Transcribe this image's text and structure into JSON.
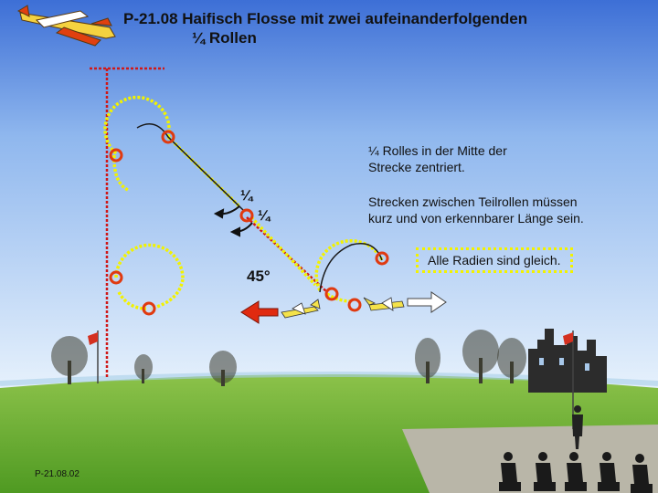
{
  "title": {
    "line1": "P-21.08 Haifisch Flosse mit zwei aufeinanderfolgenden",
    "line2": "¼ Rollen"
  },
  "notes": {
    "centered": [
      "¼ Rolles in der Mitte der",
      "Strecke zentriert."
    ],
    "segments": [
      "Strecken zwischen Teilrollen müssen",
      "kurz und von erkennbarer Länge sein."
    ],
    "radii": "Alle Radien sind gleich."
  },
  "diagram": {
    "roll_mark_1": "¼",
    "roll_mark_2": "¼",
    "angle_label": "45°"
  },
  "footer": {
    "slide_id": "P-21.08.02"
  },
  "colors": {
    "sky_top": "#3d6fd6",
    "sky_bottom": "#d8e9fb",
    "ground": "#6fb533",
    "flight_path": "#f2f200",
    "line_red": "#d01818",
    "marker_ring": "#e03a10",
    "arrow_red": "#e02a10"
  },
  "icons": [
    "aircraft-icon",
    "judge-figure-icon",
    "flag-icon",
    "tree-icon",
    "castle-icon",
    "direction-arrow-icon"
  ]
}
